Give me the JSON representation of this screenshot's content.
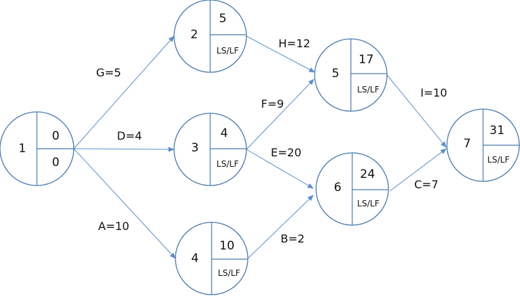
{
  "colors": {
    "edge": "#5b8fc9",
    "node_border": "#4a7ab0",
    "text": "#111111"
  },
  "nodes": [
    {
      "id": "1",
      "top": "0",
      "bottom": "0"
    },
    {
      "id": "2",
      "top": "5",
      "bottom": "LS/LF"
    },
    {
      "id": "3",
      "top": "4",
      "bottom": "LS/LF"
    },
    {
      "id": "4",
      "top": "10",
      "bottom": "LS/LF"
    },
    {
      "id": "5",
      "top": "17",
      "bottom": "LS/LF"
    },
    {
      "id": "6",
      "top": "24",
      "bottom": "LS/LF"
    },
    {
      "id": "7",
      "top": "31",
      "bottom": "LS/LF"
    }
  ],
  "edges": [
    {
      "from": "1",
      "to": "2",
      "label": "G=5"
    },
    {
      "from": "1",
      "to": "3",
      "label": "D=4"
    },
    {
      "from": "1",
      "to": "4",
      "label": "A=10"
    },
    {
      "from": "2",
      "to": "5",
      "label": "H=12"
    },
    {
      "from": "3",
      "to": "5",
      "label": "F=9"
    },
    {
      "from": "3",
      "to": "6",
      "label": "E=20"
    },
    {
      "from": "4",
      "to": "6",
      "label": "B=2"
    },
    {
      "from": "5",
      "to": "7",
      "label": "I=10"
    },
    {
      "from": "6",
      "to": "7",
      "label": "C=7"
    }
  ]
}
